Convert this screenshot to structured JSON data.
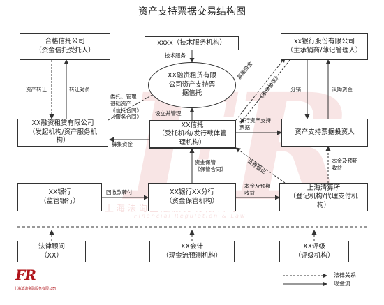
{
  "title": "资产支持票据交易结构图",
  "boxes": {
    "trust_company": [
      "合格信托公司",
      "（资金信托受托人）"
    ],
    "tech_service": [
      "xxxx（技术服务机构）"
    ],
    "bank_underwriter": [
      "xx银行股份有限公司",
      "（主承销商/薄记管理人）"
    ],
    "ellipse_trust": [
      "XX融资租赁有限",
      "公司资产支持票",
      "据信托"
    ],
    "leasing_company": [
      "XX融资租赁有限公司",
      "（发起机构/资产服务机",
      "构）"
    ],
    "xx_trust": [
      "XX信托",
      "（受托机构/发行载体管",
      "理机构）"
    ],
    "investors": [
      "资产支持票据投资人"
    ],
    "regulator_bank": [
      "XX银行",
      "（监管银行）"
    ],
    "custodian_bank": [
      "XX银行XX分行",
      "（资金保管机构）"
    ],
    "clearing_house": [
      "上海清算所",
      "（登记机构/代理支付机",
      "构）"
    ],
    "legal_counsel": [
      "法律顾问",
      "（XX）"
    ],
    "accountant": [
      "XX会计",
      "（现金流预测机构）"
    ],
    "rating_agency": [
      "XX评级",
      "（评级机构）"
    ]
  },
  "labels": {
    "tech_service": "技术服务",
    "asset_transfer": "资产转让",
    "transfer_price": "转让对价",
    "entrust_lines": [
      "委托、管理",
      "基础资产",
      "《信托合同》",
      "《服务合同》"
    ],
    "setup_manage": "设立并管理",
    "raise_funds_1": "募集资金",
    "underwriting_agreement": "《承销协议》",
    "distribution": "分销",
    "subscribe_funds": "认购资金",
    "issue_notes": [
      "发行资产支持",
      "票据"
    ],
    "raise_funds_2": "募集资金",
    "custody_lines": [
      "资金保管",
      "《保管合同》"
    ],
    "securities_registration": "证券登记",
    "principal_income_1": [
      "本金及预期",
      "收益"
    ],
    "principal_income_2": [
      "本金及预期",
      "收益"
    ],
    "collection_transfer": "回收款转付"
  },
  "legend": {
    "legal": "法律关系",
    "cash": "现金流"
  },
  "logo": {
    "mark": "FR",
    "subtitle": "上海法询金融服务有限公司"
  },
  "watermark": {
    "text": "上海法询金融服务有限公司",
    "sub": "Financial Regulation & Law"
  },
  "colors": {
    "line": "#333333",
    "watermark": "#c82828",
    "logo": "#b0141a"
  }
}
